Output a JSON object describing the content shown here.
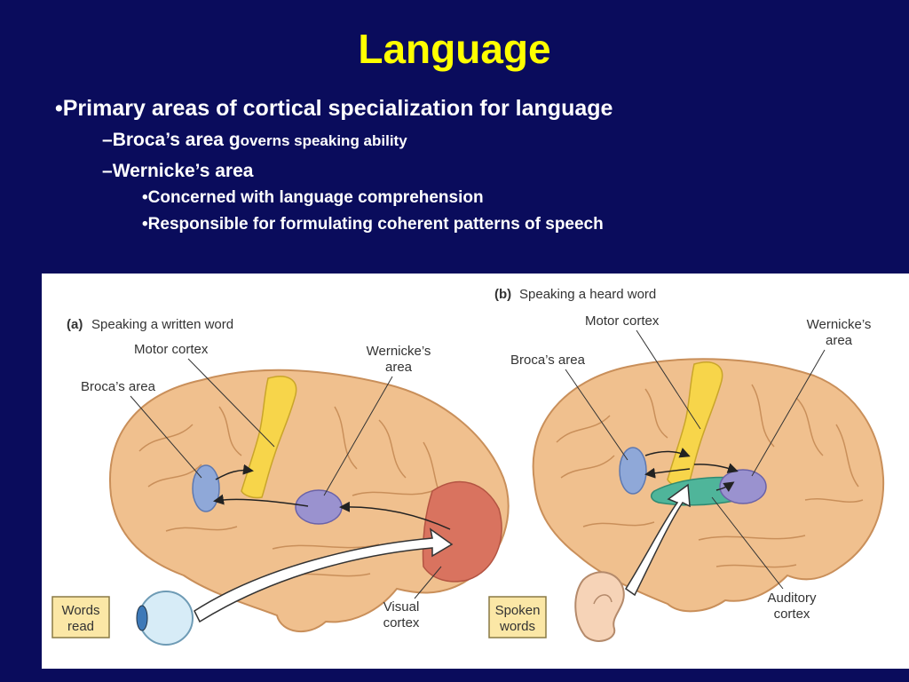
{
  "slide": {
    "title": "Language",
    "bullets": {
      "main": "•Primary areas of cortical specialization for language",
      "broca_dash": "–",
      "broca_term": "Broca’s area g",
      "broca_desc": "overns speaking ability",
      "wernicke_dash": "–",
      "wernicke_term": "Wernicke’s area",
      "wernicke_sub1": "•Concerned with language comprehension",
      "wernicke_sub2": "•Responsible for formulating coherent patterns of speech"
    }
  },
  "figure": {
    "panel_a": {
      "tag": "(a)",
      "caption": "Speaking a written word",
      "motor": "Motor cortex",
      "broca": "Broca’s area",
      "wernicke_1": "Wernicke’s",
      "wernicke_2": "area",
      "visual_1": "Visual",
      "visual_2": "cortex",
      "input_1": "Words",
      "input_2": "read"
    },
    "panel_b": {
      "tag": "(b)",
      "caption": "Speaking a heard word",
      "motor": "Motor cortex",
      "broca": "Broca’s area",
      "wernicke_1": "Wernicke’s",
      "wernicke_2": "area",
      "auditory_1": "Auditory",
      "auditory_2": "cortex",
      "input_1": "Spoken",
      "input_2": "words"
    },
    "colors": {
      "brain": "#f0c08e",
      "motor": "#f7d54a",
      "broca": "#8fa8d8",
      "wernicke": "#9a92cf",
      "visual": "#d9735f",
      "auditory": "#4fb59a",
      "label_box": "#fbe7a6"
    }
  }
}
